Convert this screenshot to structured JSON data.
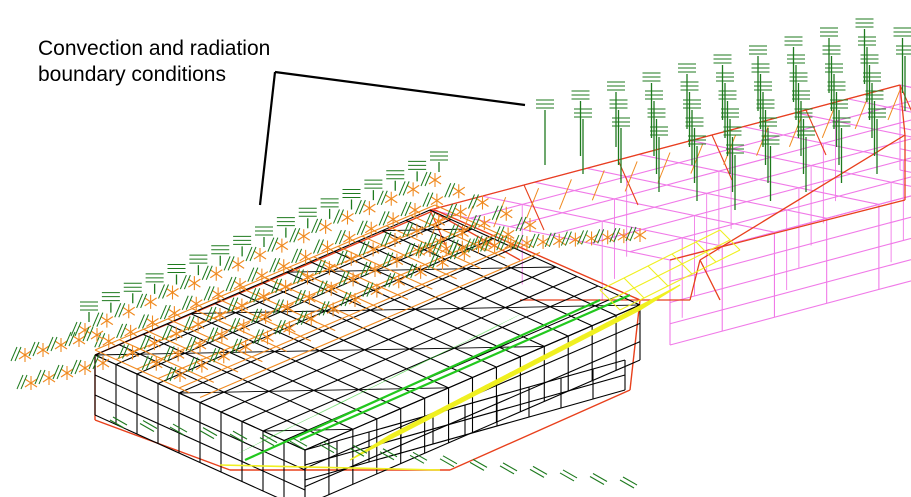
{
  "annotation": {
    "line1": "Convection and radiation",
    "line2": "boundary conditions"
  },
  "colors": {
    "background": "#ffffff",
    "mesh_black": "#000000",
    "mesh_red": "#e8401c",
    "mesh_orange": "#f08a20",
    "mesh_pink": "#f07ae8",
    "mesh_yellow": "#f0f020",
    "mesh_green_fill": "#22c81e",
    "bc_symbol_green": "#1e7a1e",
    "bc_symbol_orange": "#f08a20",
    "leader_line": "#000000"
  },
  "model": {
    "description_icons": [
      "convection-bc-symbol",
      "radiation-bc-symbol"
    ]
  }
}
